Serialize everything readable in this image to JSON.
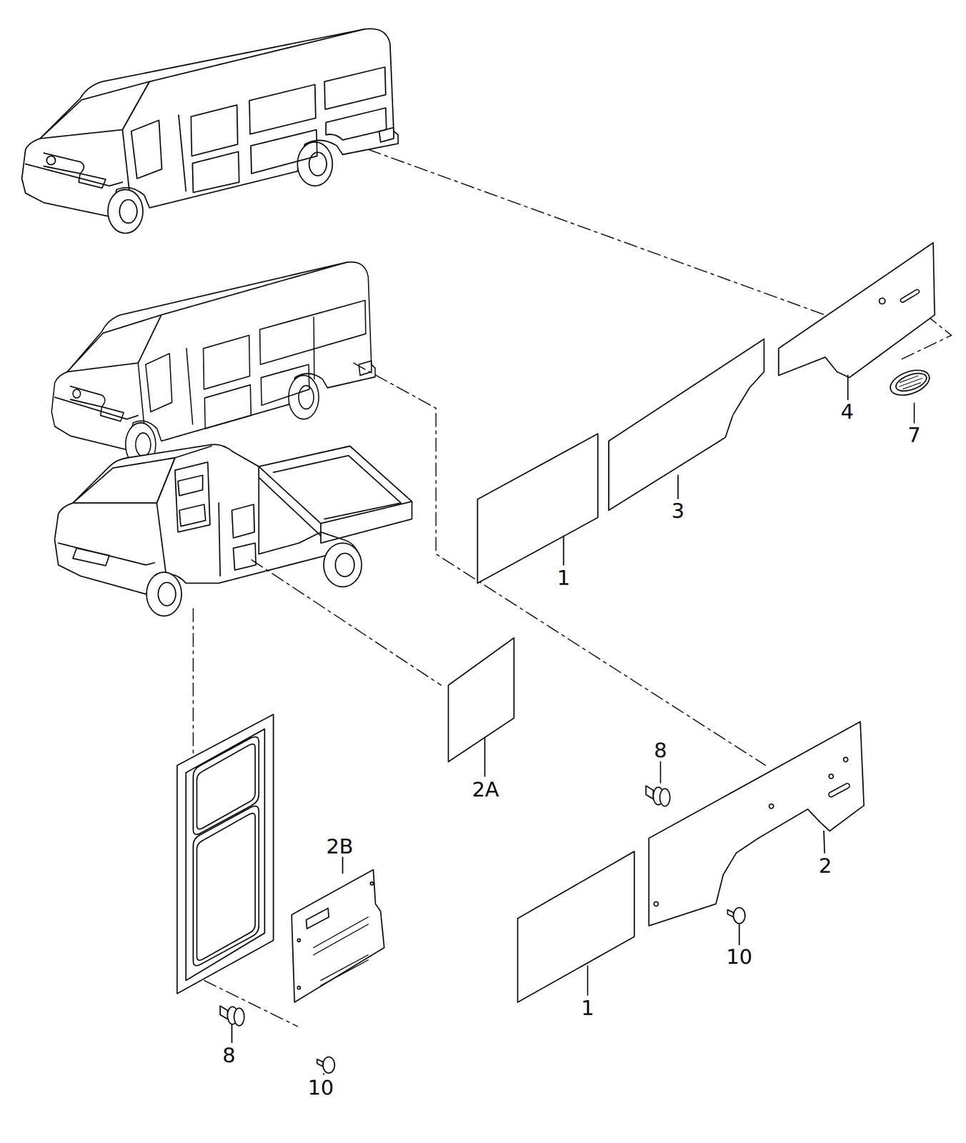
{
  "diagram": {
    "labels": [
      "4",
      "7",
      "3",
      "1",
      "2A",
      "8",
      "2B",
      "2",
      "10",
      "1",
      "8",
      "10"
    ]
  }
}
